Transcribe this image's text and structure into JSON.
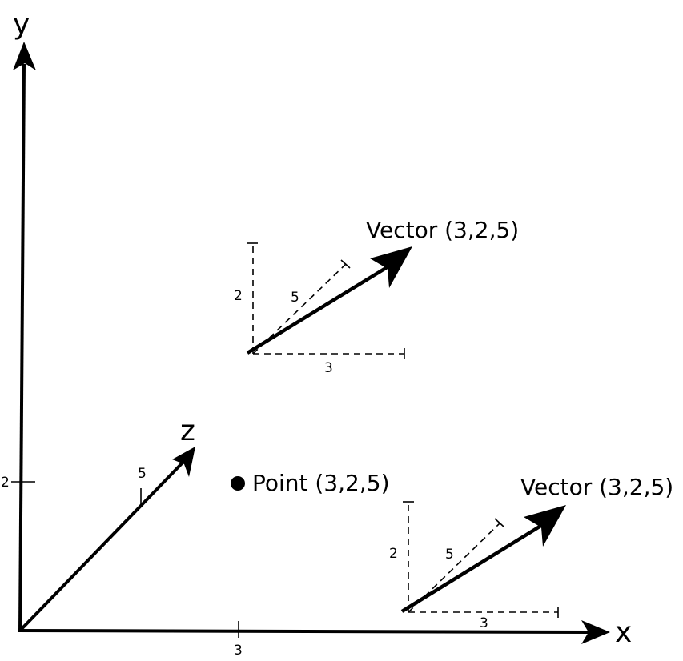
{
  "axes": {
    "x_label": "x",
    "y_label": "y",
    "z_label": "z",
    "x_tick": "3",
    "y_tick": "2",
    "z_tick": "5"
  },
  "point": {
    "label": "Point (3,2,5)"
  },
  "vector_upper": {
    "label": "Vector (3,2,5)",
    "x_component": "3",
    "y_component": "2",
    "z_component": "5"
  },
  "vector_lower": {
    "label": "Vector (3,2,5)",
    "x_component": "3",
    "y_component": "2",
    "z_component": "5"
  }
}
